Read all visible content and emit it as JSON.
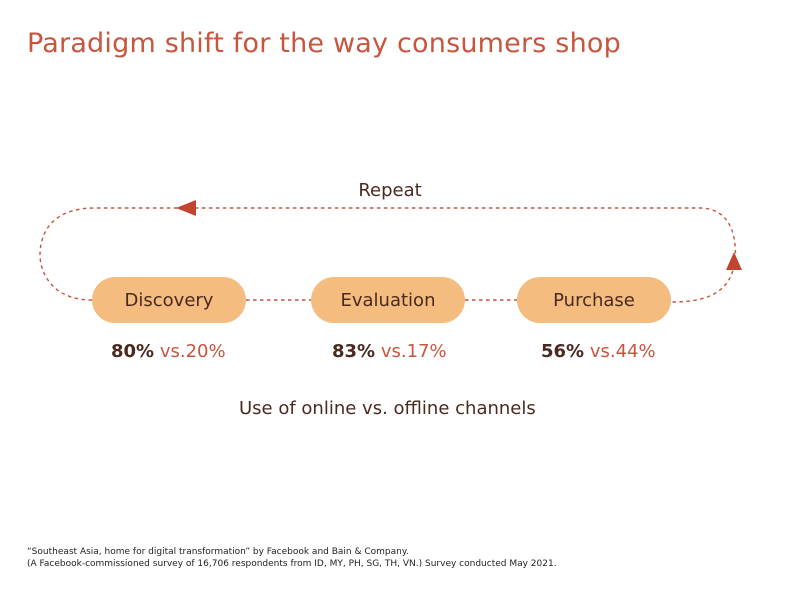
{
  "title": "Paradigm shift for the way consumers shop",
  "loop": {
    "label": "Repeat",
    "line_color": "#c8553d",
    "arrow_color": "#c0452f"
  },
  "stages": [
    {
      "name": "Discovery",
      "online": "80%",
      "offline": "vs.20%"
    },
    {
      "name": "Evaluation",
      "online": "83%",
      "offline": "vs.17%"
    },
    {
      "name": "Purchase",
      "online": "56%",
      "offline": "vs.44%"
    }
  ],
  "subtitle": "Use of online vs. offline channels",
  "footnotes": [
    "“Southeast Asia, home for digital transformation” by Facebook and Bain & Company.",
    "(A Facebook-commissioned survey of 16,706 respondents from ID, MY, PH, SG, TH, VN.) Survey conducted May 2021."
  ],
  "colors": {
    "title": "#c8553d",
    "stage_fill": "#f4bc7e",
    "dark_text": "#4a2a20",
    "offline_text": "#c8553d"
  }
}
